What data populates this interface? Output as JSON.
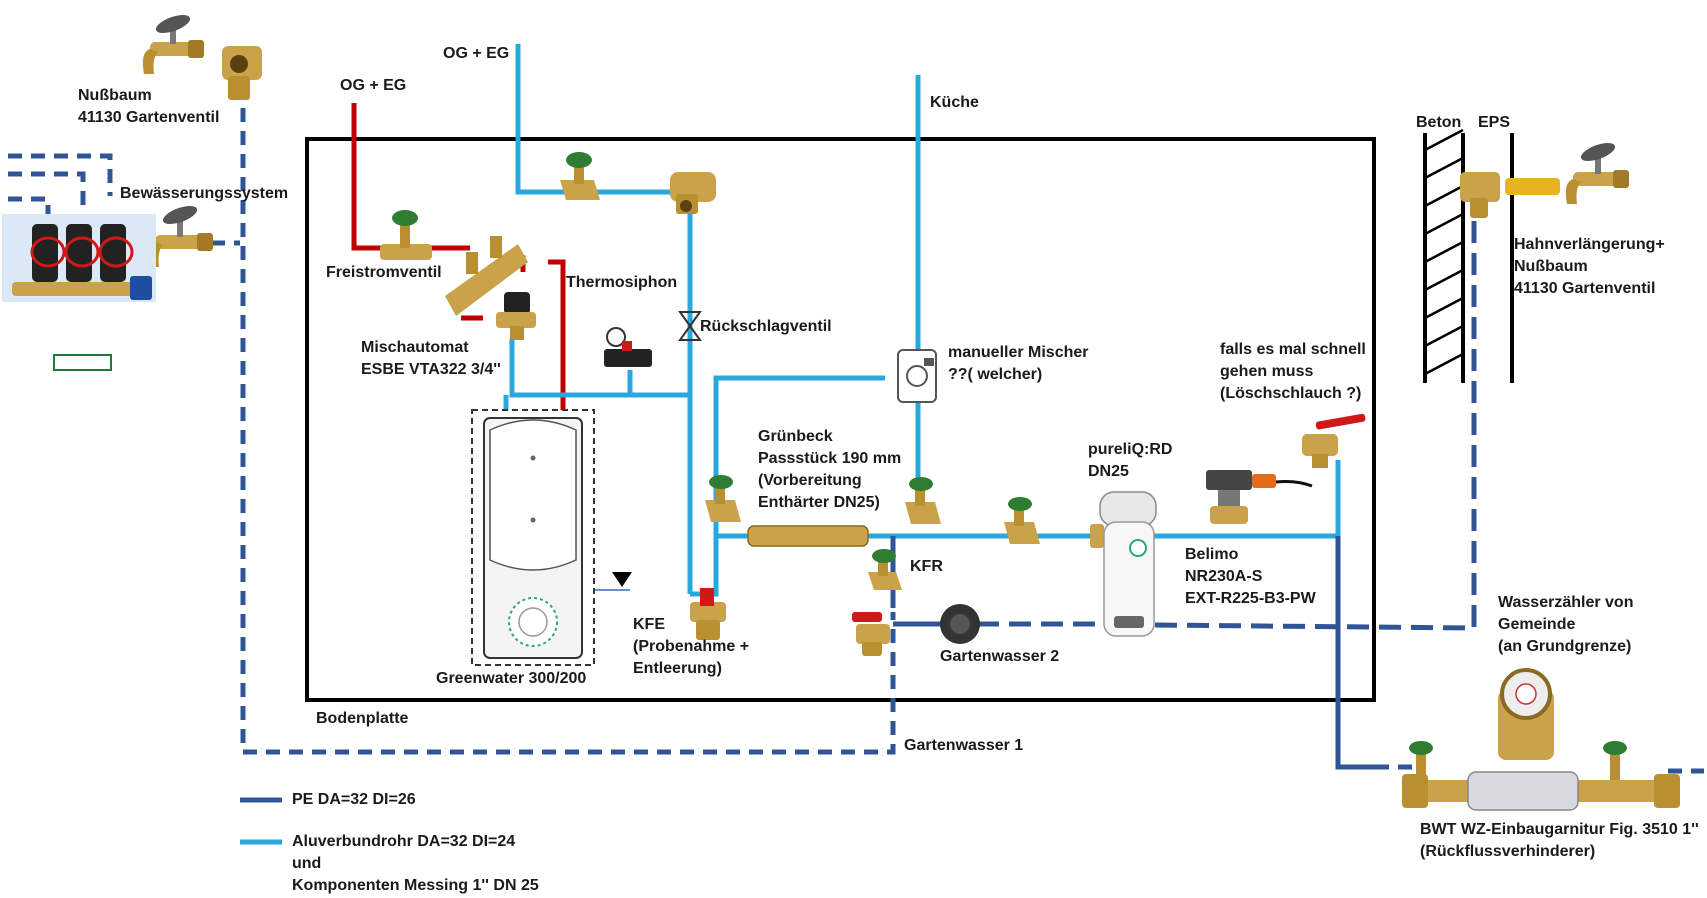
{
  "labels": {
    "nussbaum_top": [
      "Nußbaum",
      "41130 Gartenventil"
    ],
    "irrigation": [
      "Bewässerungssystem"
    ],
    "og_eg_left": [
      "OG + EG"
    ],
    "og_eg_mid": [
      "OG + EG"
    ],
    "kueche": [
      "Küche"
    ],
    "beton": [
      "Beton"
    ],
    "eps": [
      "EPS"
    ],
    "hahnverlaengerung": [
      "Hahnverlängerung+",
      "Nußbaum",
      "41130 Gartenventil"
    ],
    "freistromventil": [
      "Freistromventil"
    ],
    "thermosiphon": [
      "Thermosiphon"
    ],
    "mischautomat": [
      "Mischautomat",
      "ESBE VTA322 3/4''"
    ],
    "rueckschlagventil": [
      "Rückschlagventil"
    ],
    "manueller_mischer": [
      "manueller Mischer",
      "??( welcher)"
    ],
    "falls": [
      "falls es mal schnell",
      "gehen muss",
      "(Löschschlauch ?)"
    ],
    "gruenbeck": [
      "Grünbeck",
      "Passstück 190 mm",
      "(Vorbereitung",
      "Enthärter DN25)"
    ],
    "pureliq": [
      "pureliQ:RD",
      "DN25"
    ],
    "belimo": [
      "Belimo",
      "NR230A-S",
      "EXT-R225-B3-PW"
    ],
    "kfr": [
      "KFR"
    ],
    "kfe": [
      "KFE",
      "(Probenahme +",
      "Entleerung)"
    ],
    "greenwater": [
      "Greenwater 300/200"
    ],
    "gartenwasser2": [
      "Gartenwasser 2"
    ],
    "wasserzaehler": [
      "Wasserzähler von",
      "Gemeinde",
      "(an Grundgrenze)"
    ],
    "bodenplatte": [
      "Bodenplatte"
    ],
    "gartenwasser1": [
      "Gartenwasser 1"
    ],
    "bwt": [
      "BWT WZ-Einbaugarnitur Fig. 3510 1''",
      "(Rückflussverhinderer)"
    ]
  },
  "legend": [
    {
      "lines": [
        "PE DA=32  DI=26"
      ],
      "color": "#2F5597"
    },
    {
      "lines": [
        "Aluverbundrohr DA=32 DI=24",
        "und",
        "Komponenten Messing 1'' DN 25"
      ],
      "color": "#29A8E0"
    }
  ],
  "colors": {
    "pe_pipe": "#2F5597",
    "alu_pipe": "#29A8E0",
    "hot_pipe": "#C00000",
    "brass": "#C9A24A",
    "valve_green": "#2E7D32",
    "valve_red": "#D32F2F"
  },
  "icons": {
    "garden_tap": "garden-tap-icon",
    "valve": "gate-valve-icon",
    "check_valve": "check-valve-icon",
    "mixer": "mixing-valve-icon",
    "tank": "storage-tank-icon",
    "filter": "water-filter-icon",
    "ball_valve": "ball-valve-icon",
    "meter": "water-meter-icon"
  }
}
